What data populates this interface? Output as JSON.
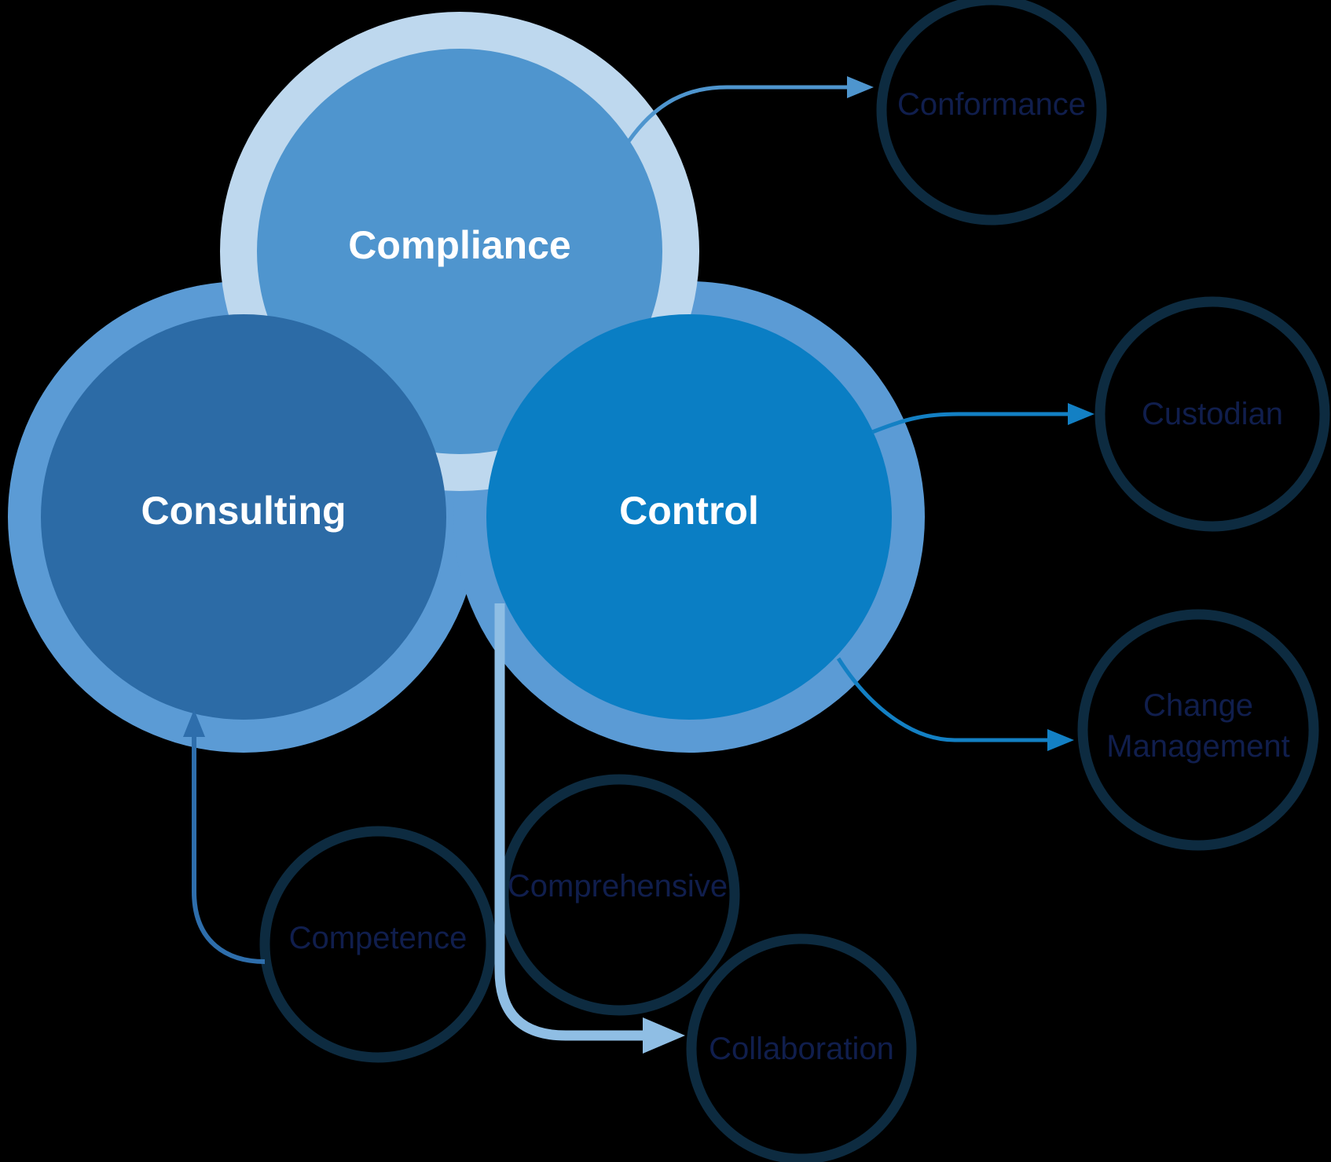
{
  "diagram": {
    "background_color": "#000000",
    "main_circles": [
      {
        "label": "Compliance",
        "halo_color": "#BED8EE",
        "fill_color": "#4F95CE",
        "label_color": "#FFFFFF"
      },
      {
        "label": "Consulting",
        "halo_color": "#5B9BD5",
        "fill_color": "#2C6BA6",
        "label_color": "#FFFFFF"
      },
      {
        "label": "Control",
        "halo_color": "#5B9BD5",
        "fill_color": "#0A7EC4",
        "label_color": "#FFFFFF"
      }
    ],
    "satellites": [
      {
        "label": "Conformance"
      },
      {
        "label": "Custodian"
      },
      {
        "label": "Change Management",
        "lines": [
          "Change",
          "Management"
        ]
      },
      {
        "label": "Competence"
      },
      {
        "label": "Comprehensive"
      },
      {
        "label": "Collaboration"
      }
    ],
    "satellite_outline_color": "#0D2B40",
    "satellite_label_color": "#101E4D",
    "arrows": [
      {
        "name": "compliance-to-conformance",
        "color": "#4E95CE"
      },
      {
        "name": "control-to-custodian",
        "color": "#1380C4"
      },
      {
        "name": "control-to-change-management",
        "color": "#1380C4"
      },
      {
        "name": "competence-to-consulting",
        "color": "#2E6EAC"
      },
      {
        "name": "center-to-collaboration",
        "color": "#8FBEE4"
      }
    ]
  }
}
